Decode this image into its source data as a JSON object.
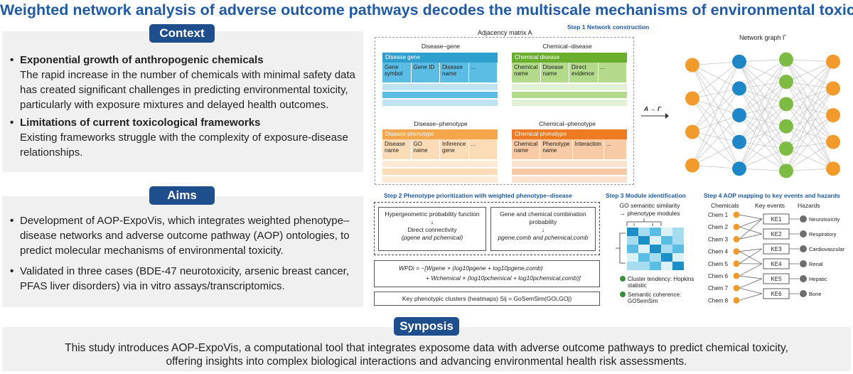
{
  "title": "Weighted network analysis of adverse outcome pathways decodes the multiscale mechanisms of environmental toxicity",
  "context": {
    "heading": "Context",
    "items": [
      {
        "head": "Exponential growth of anthropogenic chemicals",
        "text": "The rapid increase in the number of chemicals with minimal safety data has created significant challenges in predicting environmental toxicity, particularly with exposure mixtures and delayed health outcomes."
      },
      {
        "head": "Limitations of current toxicological frameworks",
        "text": "Existing frameworks struggle with the complexity of exposure-disease relationships."
      }
    ]
  },
  "aims": {
    "heading": "Aims",
    "items": [
      "Development of AOP-ExpoVis, which integrates weighted phenotype–disease networks and adverse outcome pathway (AOP) ontologies, to predict molecular mechanisms of environmental toxicity.",
      "Validated in three cases (BDE-47 neurotoxicity, arsenic breast cancer, PFAS liver disorders) via in vitro assays/transcriptomics."
    ]
  },
  "synopsis": {
    "heading": "Synposis",
    "line1": "This study introduces AOP-ExpoVis, a computational tool that integrates exposome data with adverse outcome pathways to predict chemical toxicity,",
    "line2": "offering insights into complex biological interactions and advancing environmental health risk assessments."
  },
  "step1": {
    "label": "Step 1  Network construction",
    "adjacency": "Adjacency matrix A",
    "arrow_label": "A → Γ",
    "graph_label": "Network graph Γ",
    "tables": [
      {
        "section": "Disease–gene",
        "header": "Disease gene",
        "color": "#4ab3d9",
        "light": "#bfe3f1",
        "cols": [
          "Gene symbol",
          "Gene ID",
          "Disease name",
          "..."
        ]
      },
      {
        "section": "Chemical–disease",
        "header": "Chemical disease",
        "color": "#7dbb42",
        "light": "#d3eabd",
        "cols": [
          "Chemical name",
          "Disease name",
          "Direct evidence",
          "..."
        ]
      },
      {
        "section": "Disease–phenotype",
        "header": "Disease phenotype",
        "color": "#f5a54a",
        "light": "#fbdcb7",
        "cols": [
          "Disease name",
          "GO name",
          "Inference gene",
          "..."
        ]
      },
      {
        "section": "Chemical–phenotype",
        "header": "Chemical phenotype",
        "color": "#ee7a22",
        "light": "#f8cba6",
        "cols": [
          "Chemical name",
          "Phenotype name",
          "Interaction",
          "..."
        ]
      }
    ],
    "node_colors": [
      "#f29b2c",
      "#1f86c7",
      "#7dbb42",
      "#f29b2c"
    ]
  },
  "step2": {
    "label": "Step 2  Phenotype prioritization with weighted phenotype–disease",
    "box1_title": "Hypergeometric probability function",
    "box1_sub": "Direct connectivity",
    "box1_sub2": "(pgene and pchemical)",
    "box2_title": "Gene and chemical combination probability",
    "box2_sub": "pgene,comb and pchemical,comb",
    "formula1": "WPDi = −[Wgene × (log10pgene + log10pgene,comb)",
    "formula2": "+ Wchemical × (log10pchemical + log10pchemical,comb)]",
    "clusters": "Key phenotypic clusters (heatmaps)  Sij = GoSemSim(GOi,GOj)"
  },
  "step3": {
    "label": "Step 3  Module identification",
    "subtitle1": "GO semantic similarity",
    "subtitle2": "→ phenotype modules",
    "check1": "Cluster tendency: Hopkins statistic",
    "check2": "Semantic coherence: GOSemSim"
  },
  "step4": {
    "label": "Step 4  AOP mapping to key events and hazards",
    "col_chem": "Chemicals",
    "col_ke": "Key events",
    "col_haz": "Hazards",
    "chemicals": [
      "Chem 1",
      "Chem 2",
      "Chem 3",
      "Chem 4",
      "Chem 5",
      "Chem 6",
      "Chem 7",
      "Chem 8"
    ],
    "key_events": [
      "KE1",
      "KE2",
      "KE3",
      "KE4",
      "KE5",
      "KE6"
    ],
    "hazards": [
      "Neurotoxicity",
      "Respiratory",
      "Cardiovascular",
      "Renal",
      "Hepatic",
      "Bone"
    ]
  }
}
